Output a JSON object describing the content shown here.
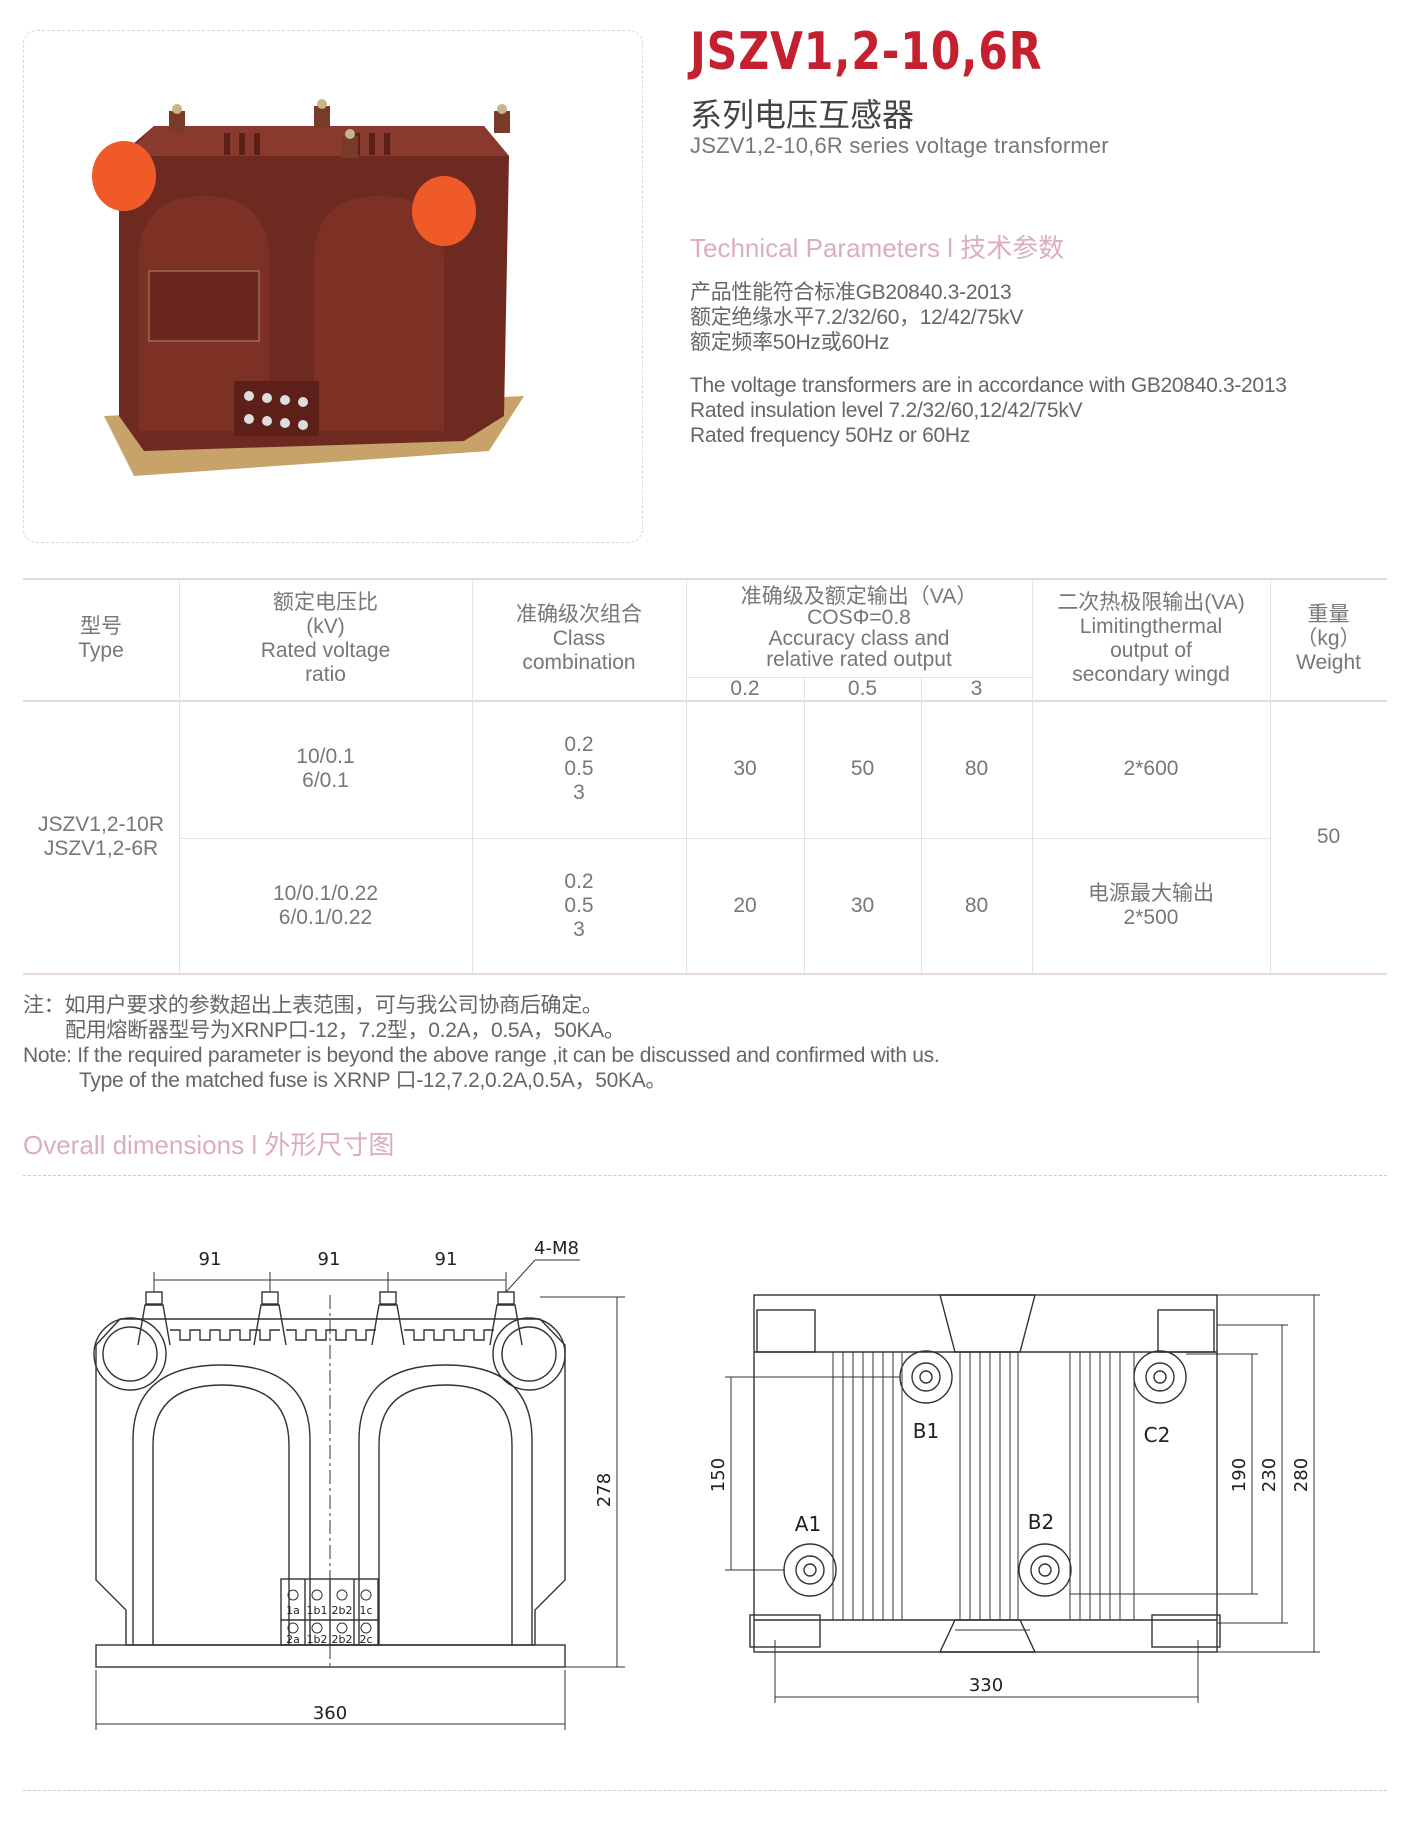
{
  "header": {
    "title": "JSZV1,2-10,6R",
    "subtitle_cn": "系列电压互感器",
    "subtitle_en": "JSZV1,2-10,6R series voltage transformer"
  },
  "tech": {
    "heading": "Technical Parameters l 技术参数",
    "cn": [
      "产品性能符合标准GB20840.3-2013",
      "额定绝缘水平7.2/32/60，12/42/75kV",
      "额定频率50Hz或60Hz"
    ],
    "en": [
      "The voltage transformers are in accordance with GB20840.3-2013",
      "Rated insulation level 7.2/32/60,12/42/75kV",
      "Rated frequency 50Hz or 60Hz"
    ]
  },
  "table": {
    "headers": {
      "type": [
        "型号",
        "Type"
      ],
      "ratio": [
        "额定电压比",
        "(kV)",
        "Rated voltage",
        "ratio"
      ],
      "class": [
        "准确级次组合",
        "Class",
        "combination"
      ],
      "accuracy": [
        "准确级及额定输出（VA）",
        "COSΦ=0.8",
        "Accuracy class and",
        "relative rated output"
      ],
      "acc_sub": [
        "0.2",
        "0.5",
        "3"
      ],
      "thermal": [
        "二次热极限输出(VA)",
        "Limitingthermal",
        "output of",
        "secondary wingd"
      ],
      "weight": [
        "重量",
        "（kg）",
        "Weight"
      ]
    },
    "type_values": [
      "JSZV1,2-10R",
      "JSZV1,2-6R"
    ],
    "weight_value": "50",
    "rows": [
      {
        "ratio": [
          "10/0.1",
          "6/0.1"
        ],
        "class": [
          "0.2",
          "0.5",
          "3"
        ],
        "acc": [
          "30",
          "50",
          "80"
        ],
        "thermal": [
          "2*600"
        ]
      },
      {
        "ratio": [
          "10/0.1/0.22",
          "6/0.1/0.22"
        ],
        "class": [
          "0.2",
          "0.5",
          "3"
        ],
        "acc": [
          "20",
          "30",
          "80"
        ],
        "thermal": [
          "电源最大输出",
          "2*500"
        ]
      }
    ]
  },
  "notes": [
    "注：如用户要求的参数超出上表范围，可与我公司协商后确定。",
    "配用熔断器型号为XRNP口-12，7.2型，0.2A，0.5A，50KA。",
    "Note: If the required parameter is beyond the above range ,it can be discussed and confirmed with us.",
    "Type of the matched fuse is XRNP 口-12,7.2,0.2A,0.5A，50KA。"
  ],
  "dimensions": {
    "heading": "Overall dimensions l 外形尺寸图",
    "front": {
      "spacing": [
        "91",
        "91",
        "91"
      ],
      "bolt": "4-M8",
      "height": "278",
      "width": "360",
      "terminals_top": [
        "1a",
        "1b1",
        "2b2",
        "1c"
      ],
      "terminals_bottom": [
        "2a",
        "1b2",
        "2b2",
        "2c"
      ]
    },
    "top": {
      "labels": [
        "B1",
        "C2",
        "A1",
        "B2"
      ],
      "d150": "150",
      "d190": "190",
      "d230": "230",
      "d280": "280",
      "d330": "330"
    }
  },
  "colors": {
    "title": "#c4202f",
    "section": "#dcaebd",
    "body": "#7a2e22"
  }
}
